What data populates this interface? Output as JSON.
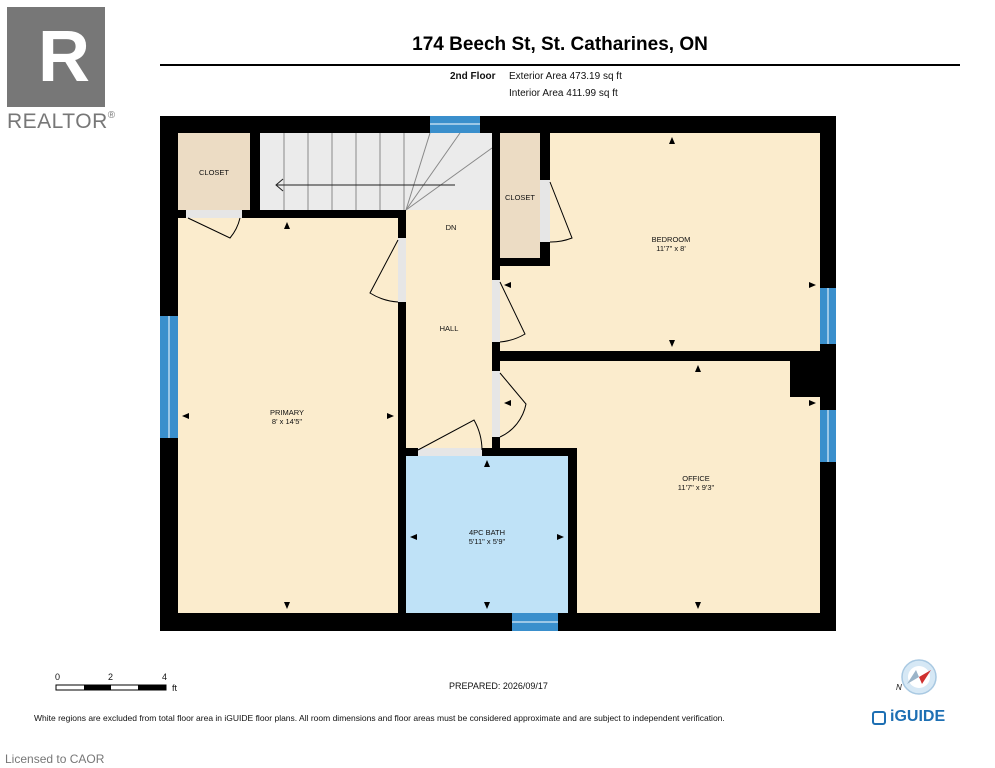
{
  "logo": {
    "letter": "R",
    "wordmark": "REALTOR",
    "registered": "®"
  },
  "header": {
    "address": "174 Beech St, St. Catharines, ON",
    "floor": "2nd Floor",
    "exterior_area": "Exterior Area 473.19 sq ft",
    "interior_area": "Interior Area 411.99 sq ft"
  },
  "rooms": {
    "closet_left": {
      "name": "CLOSET"
    },
    "closet_mid": {
      "name": "CLOSET"
    },
    "bedroom": {
      "name": "BEDROOM",
      "dims": "11'7\" x 8'"
    },
    "primary": {
      "name": "PRIMARY",
      "dims": "8' x 14'5\""
    },
    "hall": {
      "name": "HALL"
    },
    "stair_dn": {
      "name": "DN"
    },
    "bath": {
      "name": "4PC BATH",
      "dims": "5'11\" x 5'9\""
    },
    "office": {
      "name": "OFFICE",
      "dims": "11'7\" x 9'3\""
    }
  },
  "scale": {
    "ticks": [
      "0",
      "2",
      "4"
    ],
    "unit": "ft"
  },
  "prepared": "PREPARED: 2026/09/17",
  "compass": {
    "north_label": "N"
  },
  "footer": {
    "disclaimer": "White regions are excluded from total floor area in iGUIDE floor plans. All room dimensions and floor areas must be considered approximate and are subject to independent verification.",
    "brand": "iGUIDE",
    "licensed": "Licensed to CAOR"
  },
  "colors": {
    "wall": "#000000",
    "room_fill": "#fbeccd",
    "bath_fill": "#bfe2f7",
    "window": "#3a8fcc",
    "closet_fill": "#ecdcc4"
  }
}
